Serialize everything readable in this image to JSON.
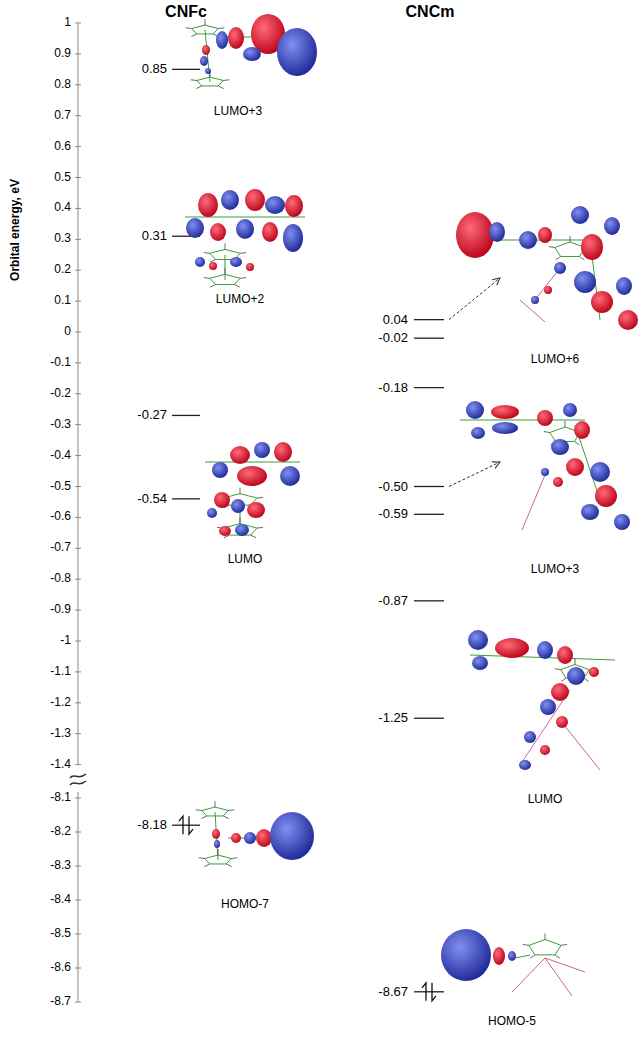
{
  "diagram": {
    "labels": [
      "CNFc",
      "CNCm",
      "Orbital energy, eV",
      "1",
      "0.9",
      "0.8",
      "0.7",
      "0.6",
      "0.5",
      "0.4",
      "0.3",
      "0.2",
      "0.1",
      "0",
      "-0.1",
      "-0.2",
      "-0.3",
      "-0.4",
      "-0.5",
      "-0.6",
      "-0.7",
      "-0.8",
      "-0.9",
      "-1",
      "-1.1",
      "-1.2",
      "-1.3",
      "-1.4",
      "-8.1",
      "-8.2",
      "-8.3",
      "-8.4",
      "-8.5",
      "-8.6",
      "-8.7",
      "0.85",
      "0.31",
      "-0.27",
      "-0.54",
      "-8.18",
      "LUMO+3",
      "LUMO+2",
      "LUMO",
      "HOMO-7",
      "0.04",
      "-0.02",
      "-0.18",
      "-0.50",
      "-0.59",
      "-0.87",
      "-1.25",
      "-8.67",
      "LUMO+6",
      "LUMO+3",
      "LUMO",
      "HOMO-5"
    ]
  }
}
